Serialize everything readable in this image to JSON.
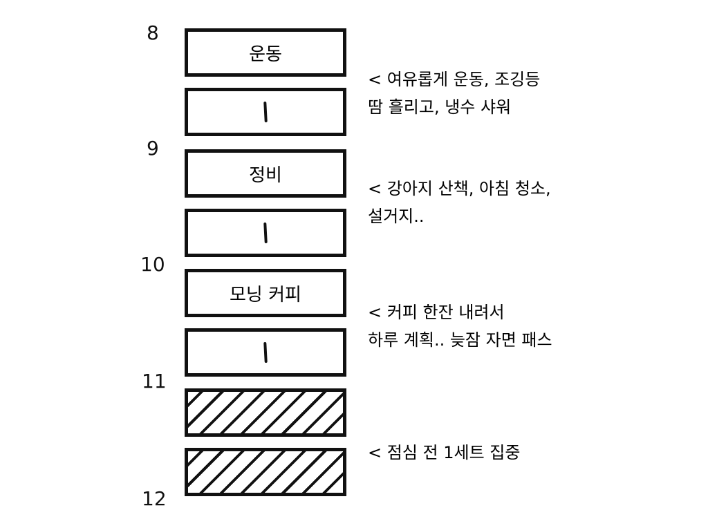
{
  "hours": [
    "8",
    "9",
    "10",
    "11",
    "12"
  ],
  "blocks": [
    {
      "label": "운동"
    },
    {
      "label": "ㅣ"
    },
    {
      "label": "정비"
    },
    {
      "label": "ㅣ"
    },
    {
      "label": "모닝 커피"
    },
    {
      "label": "ㅣ"
    },
    {
      "label": ""
    },
    {
      "label": ""
    }
  ],
  "notes": [
    {
      "lines": [
        "< 여유롭게 운동, 조깅등",
        "땀 흘리고, 냉수 샤워"
      ]
    },
    {
      "lines": [
        "< 강아지 산책, 아침 청소,",
        "설거지.."
      ]
    },
    {
      "lines": [
        "< 커피 한잔 내려서",
        "하루 계획.. 늦잠 자면 패스"
      ]
    },
    {
      "lines": [
        "< 점심 전 1세트 집중"
      ]
    }
  ]
}
